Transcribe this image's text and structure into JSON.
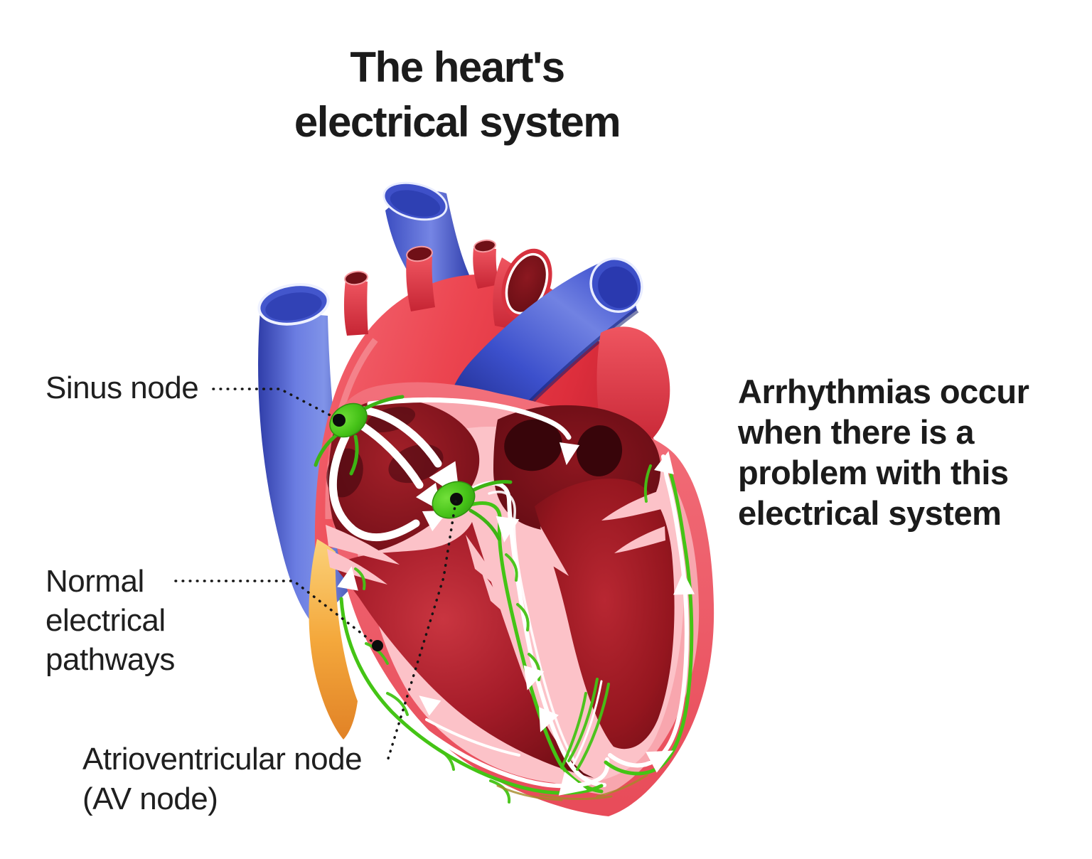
{
  "title": {
    "line1": "The heart's",
    "line2": "electrical system"
  },
  "callout": {
    "line1": "Arrhythmias occur",
    "line2": "when there is a",
    "line3": "problem with this",
    "line4": "electrical system"
  },
  "labels": {
    "sinus_node": "Sinus node",
    "pathways_line1": "Normal",
    "pathways_line2": "electrical",
    "pathways_line3": "pathways",
    "av_node_line1": "Atrioventricular node",
    "av_node_line2": "(AV node)"
  },
  "colors": {
    "vessel_blue": "#4356cc",
    "vessel_blue_dark": "#1b2a96",
    "vessel_red": "#ec4550",
    "heart_rim_pink": "#ee5b66",
    "heart_wall_pink": "#f8a6ae",
    "heart_lining_pink": "#fcc2c8",
    "chamber_maroon": "#8a161f",
    "chamber_dark": "#470810",
    "node_green": "#44c117",
    "pathway_green": "#44c415",
    "fat_pad_orange": "#f4a83c",
    "arrow_white": "#ffffff",
    "text_black": "#1b1b1b"
  }
}
